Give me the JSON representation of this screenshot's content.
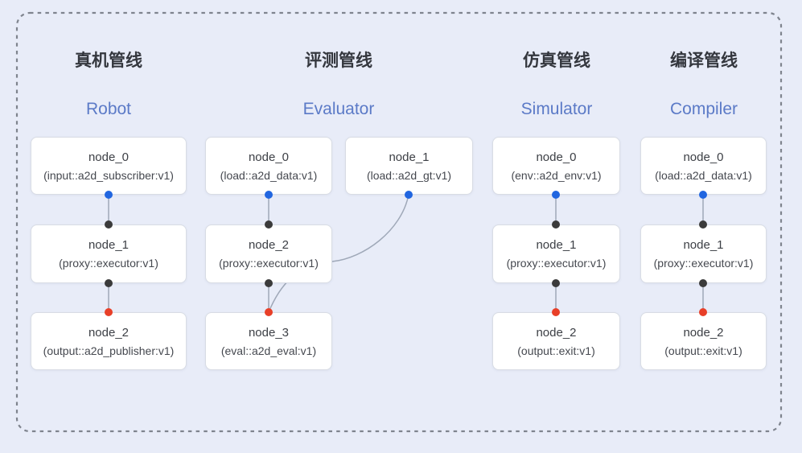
{
  "colors": {
    "background": "#e8ecf8",
    "dash_border": "#7f848e",
    "edge": "#9fa8b8",
    "port_blue": "#2166e0",
    "port_black": "#3b3b3b",
    "port_red": "#e83f28",
    "title_zh": "#34373e",
    "title_en": "#5b7ac7"
  },
  "pipelines": [
    {
      "title_zh": "真机管线",
      "title_en": "Robot",
      "nodes": [
        {
          "name": "node_0",
          "spec": "(input::a2d_subscriber:v1)"
        },
        {
          "name": "node_1",
          "spec": "(proxy::executor:v1)"
        },
        {
          "name": "node_2",
          "spec": "(output::a2d_publisher:v1)"
        }
      ]
    },
    {
      "title_zh": "评测管线",
      "title_en": "Evaluator",
      "nodes": [
        {
          "name": "node_0",
          "spec": "(load::a2d_data:v1)"
        },
        {
          "name": "node_1",
          "spec": "(load::a2d_gt:v1)"
        },
        {
          "name": "node_2",
          "spec": "(proxy::executor:v1)"
        },
        {
          "name": "node_3",
          "spec": "(eval::a2d_eval:v1)"
        }
      ]
    },
    {
      "title_zh": "仿真管线",
      "title_en": "Simulator",
      "nodes": [
        {
          "name": "node_0",
          "spec": "(env::a2d_env:v1)"
        },
        {
          "name": "node_1",
          "spec": "(proxy::executor:v1)"
        },
        {
          "name": "node_2",
          "spec": "(output::exit:v1)"
        }
      ]
    },
    {
      "title_zh": "编译管线",
      "title_en": "Compiler",
      "nodes": [
        {
          "name": "node_0",
          "spec": "(load::a2d_data:v1)"
        },
        {
          "name": "node_1",
          "spec": "(proxy::executor:v1)"
        },
        {
          "name": "node_2",
          "spec": "(output::exit:v1)"
        }
      ]
    }
  ]
}
